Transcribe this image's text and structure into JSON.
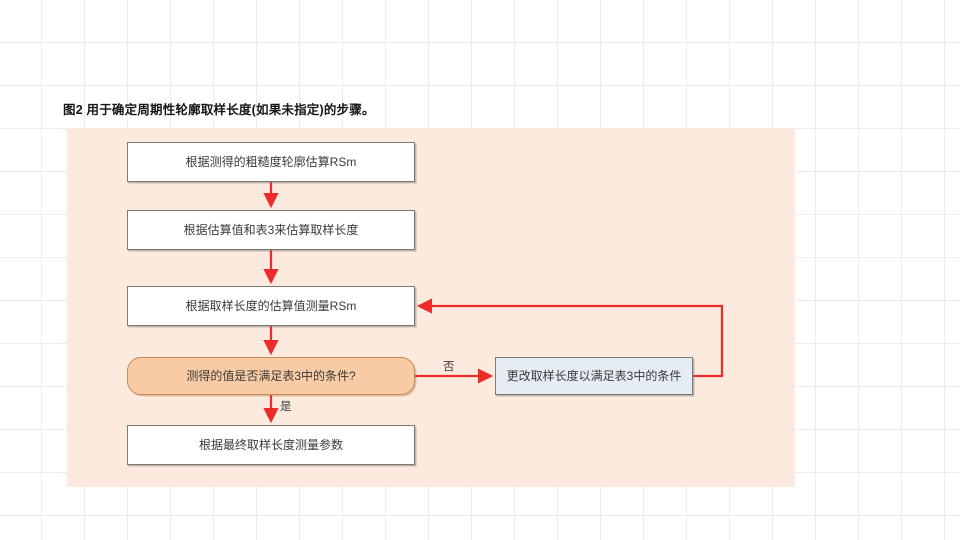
{
  "slide": {
    "background_color": "#ffffff",
    "grid_color": "#ececec",
    "panel_color": "#fdeade"
  },
  "figure": {
    "caption": "图2 用于确定周期性轮廓取样长度(如果未指定)的步骤。"
  },
  "flowchart": {
    "type": "flowchart",
    "accent_color": "#ee2b2b",
    "nodes": [
      {
        "id": "estimate-rsm",
        "shape": "process",
        "label": "根据测得的粗糙度轮廓估算RSm",
        "fill": "#ffffff",
        "border": "#7d7a76"
      },
      {
        "id": "estimate-length",
        "shape": "process",
        "label": "根据估算值和表3来估算取样长度",
        "fill": "#ffffff",
        "border": "#7d7a76"
      },
      {
        "id": "measure-rsm",
        "shape": "process",
        "label": "根据取样长度的估算值测量RSm",
        "fill": "#ffffff",
        "border": "#7d7a76"
      },
      {
        "id": "condition-check",
        "shape": "decision",
        "label": "测得的值是否满足表3中的条件?",
        "fill": "#f8cba4",
        "border": "#c58b52"
      },
      {
        "id": "measure-params",
        "shape": "process",
        "label": "根据最终取样长度测量参数",
        "fill": "#ffffff",
        "border": "#7d7a76"
      },
      {
        "id": "change-length",
        "shape": "action",
        "label": "更改取样长度以满足表3中的条件",
        "fill": "#e6ecf3",
        "border": "#7d7a76"
      }
    ],
    "edges": [
      {
        "from": "estimate-rsm",
        "to": "estimate-length",
        "label": ""
      },
      {
        "from": "estimate-length",
        "to": "measure-rsm",
        "label": ""
      },
      {
        "from": "measure-rsm",
        "to": "condition-check",
        "label": ""
      },
      {
        "from": "condition-check",
        "to": "change-length",
        "label": "否"
      },
      {
        "from": "condition-check",
        "to": "measure-params",
        "label": "是"
      },
      {
        "from": "change-length",
        "to": "measure-rsm",
        "label": ""
      }
    ],
    "edge_labels": {
      "no": "否",
      "yes": "是"
    }
  }
}
